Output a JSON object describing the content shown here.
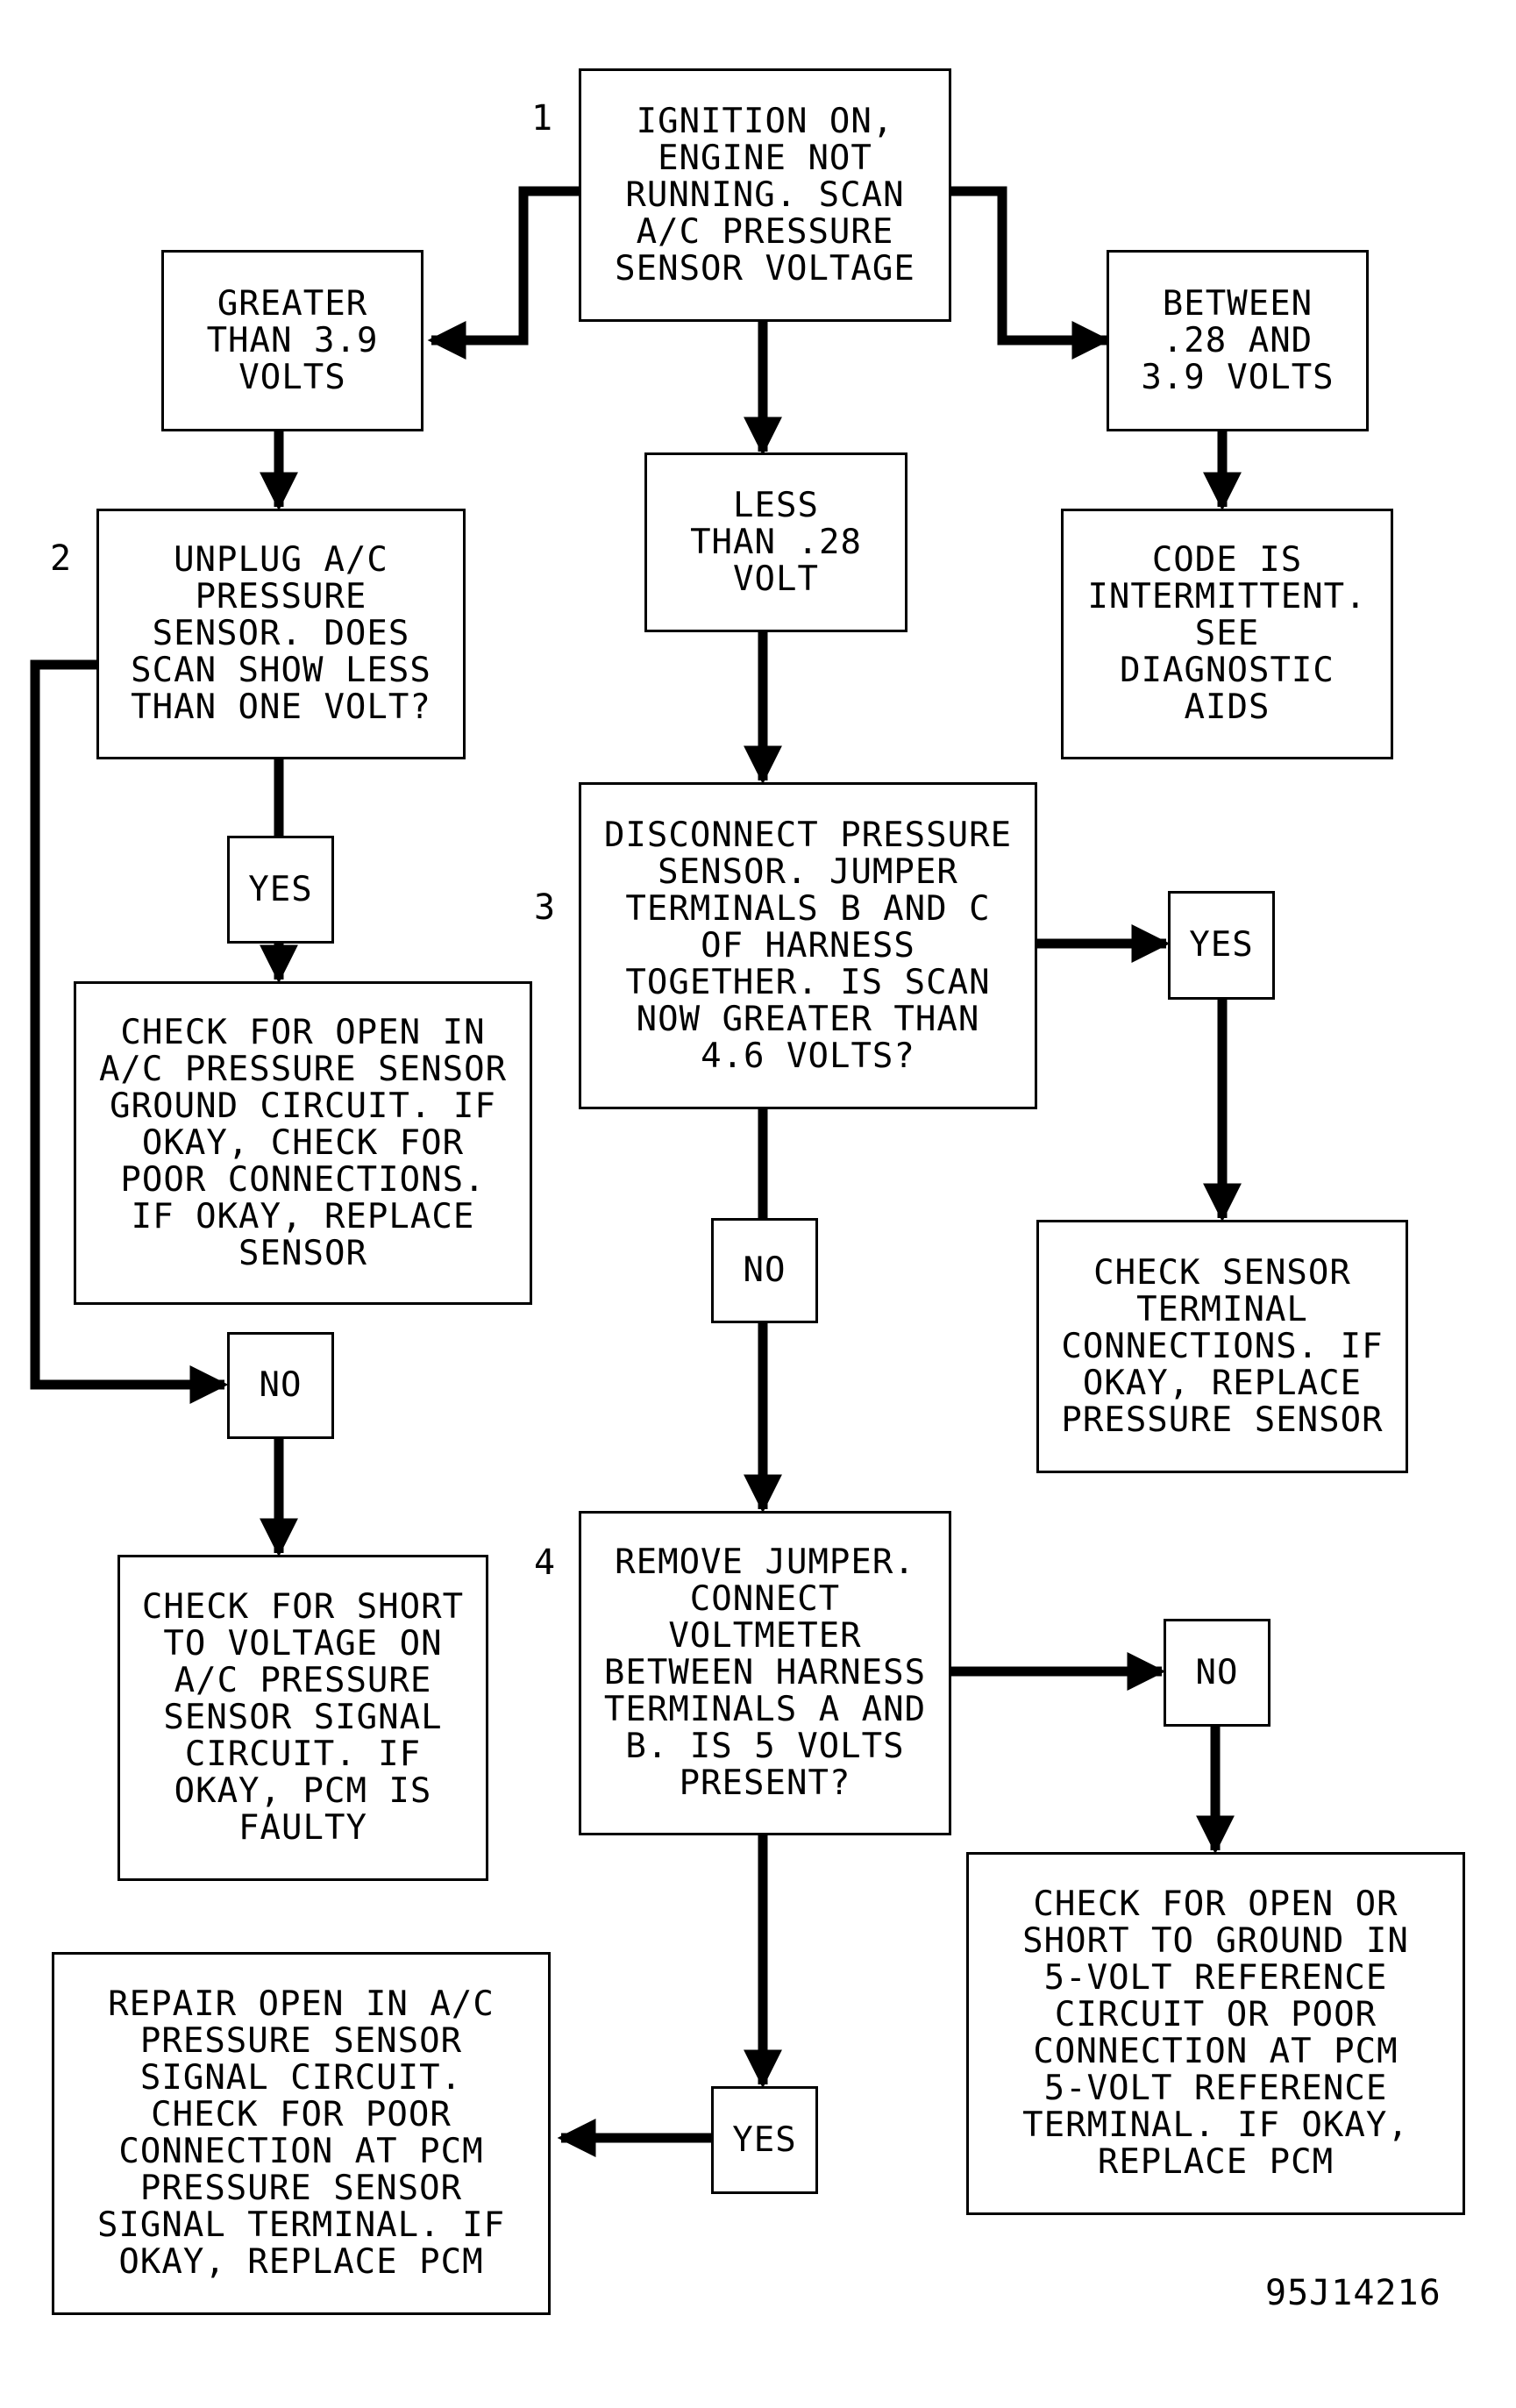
{
  "diagram": {
    "step_numbers": [
      "1",
      "2",
      "3",
      "4"
    ],
    "boxes": {
      "start": "IGNITION ON,\nENGINE NOT\nRUNNING. SCAN\nA/C PRESSURE\nSENSOR VOLTAGE",
      "greater_39": "GREATER\nTHAN 3.9\nVOLTS",
      "less_028": "LESS\nTHAN .28\nVOLT",
      "between": "BETWEEN\n.28 AND\n3.9 VOLTS",
      "unplug": "UNPLUG A/C\nPRESSURE\nSENSOR. DOES\nSCAN SHOW LESS\nTHAN ONE VOLT?",
      "intermittent": "CODE IS\nINTERMITTENT.\nSEE\nDIAGNOSTIC\nAIDS",
      "yes_2": "YES",
      "check_open_ground": "CHECK FOR OPEN IN\nA/C PRESSURE SENSOR\nGROUND CIRCUIT. IF\nOKAY, CHECK FOR\nPOOR CONNECTIONS.\nIF OKAY, REPLACE\nSENSOR",
      "disconnect": "DISCONNECT PRESSURE\nSENSOR. JUMPER\nTERMINALS B AND C\nOF HARNESS\nTOGETHER. IS SCAN\nNOW GREATER THAN\n4.6 VOLTS?",
      "yes_3": "YES",
      "check_sensor_terminal": "CHECK SENSOR\nTERMINAL\nCONNECTIONS. IF\nOKAY, REPLACE\nPRESSURE SENSOR",
      "no_3": "NO",
      "no_2": "NO",
      "check_short_voltage": "CHECK FOR SHORT\nTO VOLTAGE ON\nA/C PRESSURE\nSENSOR SIGNAL\nCIRCUIT. IF\nOKAY, PCM IS\nFAULTY",
      "remove_jumper": "REMOVE JUMPER.\nCONNECT\nVOLTMETER\nBETWEEN HARNESS\nTERMINALS A AND\nB. IS 5 VOLTS\nPRESENT?",
      "no_4": "NO",
      "check_open_short_ref": "CHECK FOR OPEN OR\nSHORT TO GROUND IN\n5-VOLT REFERENCE\nCIRCUIT OR POOR\nCONNECTION AT PCM\n5-VOLT REFERENCE\nTERMINAL. IF OKAY,\nREPLACE PCM",
      "yes_4": "YES",
      "repair_open": "REPAIR OPEN IN A/C\nPRESSURE SENSOR\nSIGNAL CIRCUIT.\nCHECK FOR POOR\nCONNECTION AT PCM\nPRESSURE SENSOR\nSIGNAL TERMINAL. IF\nOKAY, REPLACE PCM"
    },
    "figure_code": "95J14216",
    "colors": {
      "line": "#000000",
      "background": "#ffffff"
    }
  }
}
